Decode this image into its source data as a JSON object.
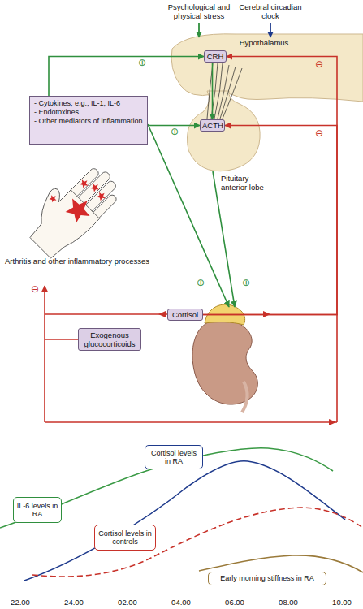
{
  "diagram": {
    "nodes": [
      {
        "text": [
          "CRH"
        ]
      },
      {
        "text": [
          "- Cytokines, e.g., IL-1, IL-6",
          "- Endotoxines",
          "- Other mediators of inflammation"
        ]
      },
      {
        "text": [
          "ACTH"
        ]
      },
      {
        "text": [
          "Cortisol"
        ]
      },
      {
        "text": [
          "Exogenous glucocorticoids"
        ]
      },
      {
        "text": [
          "Cortisol levels in RA"
        ]
      },
      {
        "text": [
          "IL-6 levels in RA"
        ]
      },
      {
        "text": [
          "Cortisol levels in controls"
        ]
      },
      {
        "text": [
          "Early morning stiffness in RA"
        ]
      }
    ],
    "edges": [
      {
        "from": 1,
        "to": 0,
        "arrow": "to"
      },
      {
        "from": 1,
        "to": 2,
        "arrow": "to"
      },
      {
        "from": 0,
        "to": 2,
        "arrow": "to"
      },
      {
        "from": 3,
        "to": 0,
        "arrow": "to"
      },
      {
        "from": 3,
        "to": 2,
        "arrow": "to"
      }
    ],
    "labels": [
      "Psychological and physical stress",
      "Cerebral circadian clock",
      "Hypothalamus",
      "⊖",
      "⊕",
      "⊕",
      "⊖",
      "Pituitary anterior lobe",
      "Arthritis and other inflammatory processes",
      "⊖",
      "⊕",
      "⊕",
      "22.00",
      "24.00",
      "02.00",
      "04.00",
      "06.00",
      "08.00",
      "10.00"
    ]
  }
}
